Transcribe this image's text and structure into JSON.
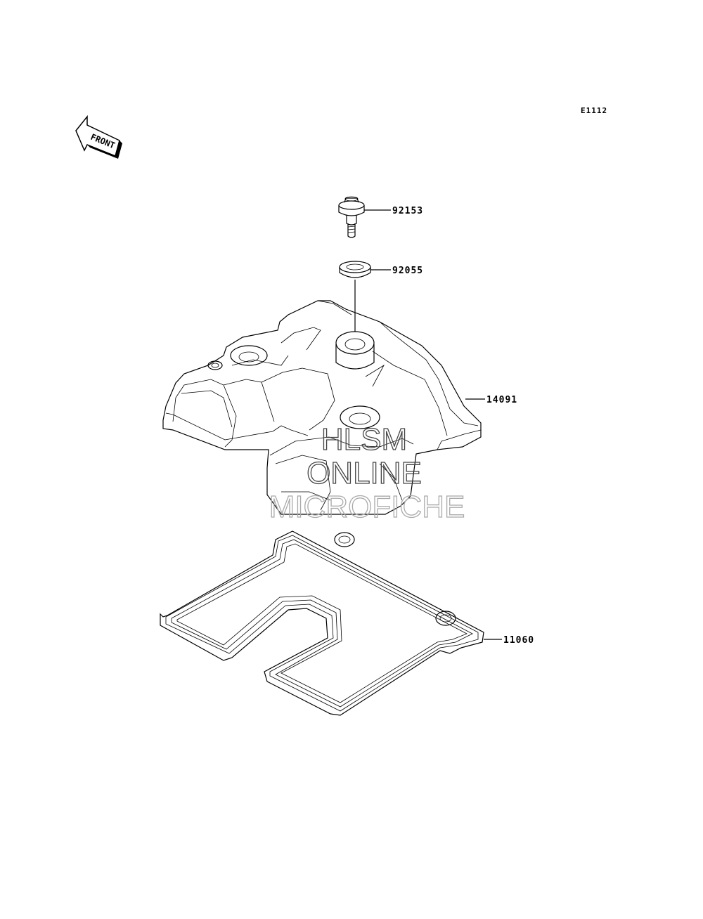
{
  "diagram": {
    "code": "E1112",
    "front_label": "FRONT",
    "parts": [
      {
        "id": "bolt",
        "number": "92153"
      },
      {
        "id": "washer",
        "number": "92055"
      },
      {
        "id": "cylinder-head-cover",
        "number": "14091"
      },
      {
        "id": "gasket",
        "number": "11060"
      }
    ],
    "watermark": {
      "line1": "HLSM",
      "line2": "ONLINE",
      "line3": "MICROFICHE"
    }
  }
}
